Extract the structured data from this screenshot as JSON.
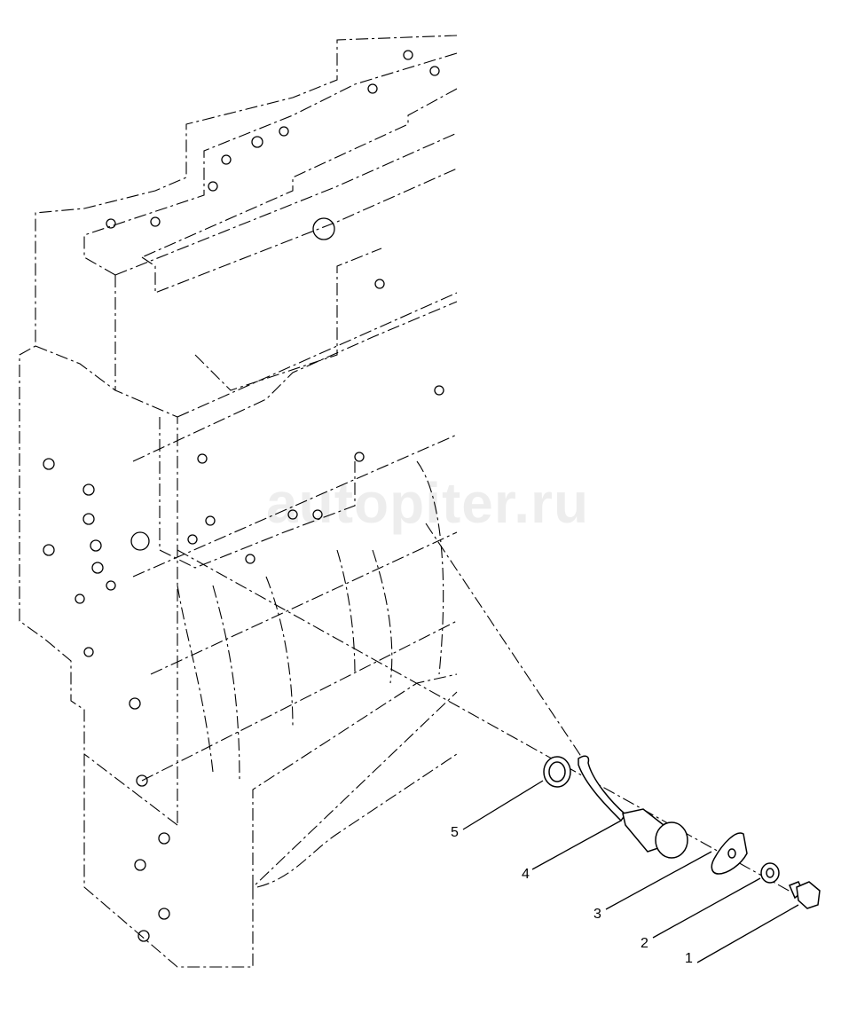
{
  "watermark": "autopiter.ru",
  "callouts": [
    {
      "number": "1",
      "part": "plug"
    },
    {
      "number": "2",
      "part": "washer"
    },
    {
      "number": "3",
      "part": "plate"
    },
    {
      "number": "4",
      "part": "oil-jet-nozzle"
    },
    {
      "number": "5",
      "part": "seal-ring"
    }
  ]
}
